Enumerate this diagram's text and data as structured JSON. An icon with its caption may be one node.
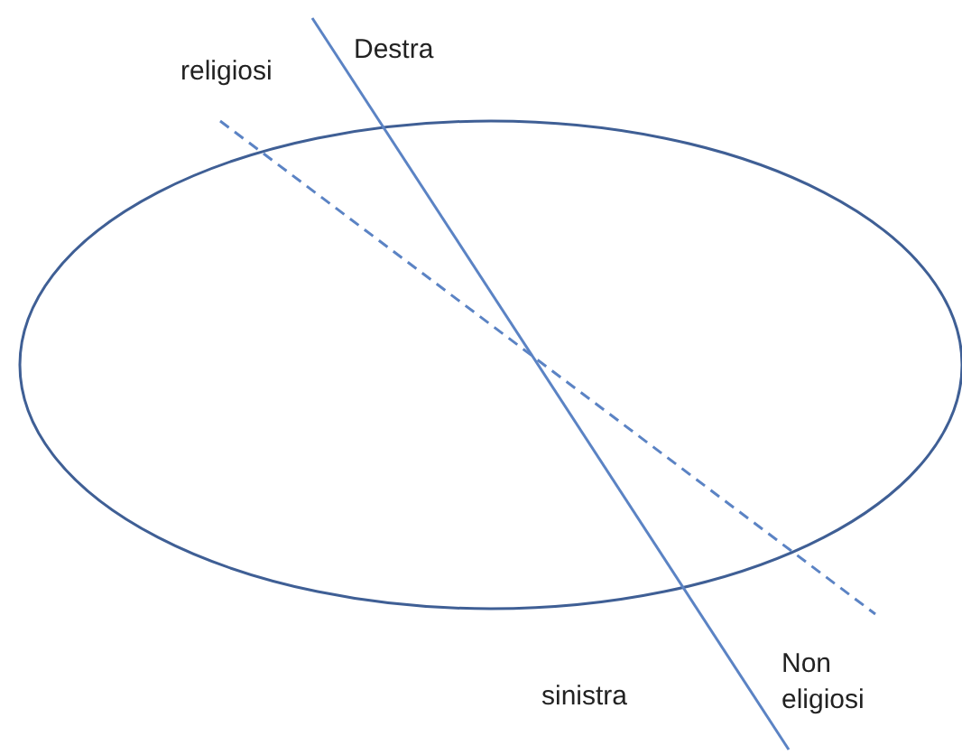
{
  "diagram": {
    "labels": [
      "Destra",
      "religiosi",
      "Non eligiosi",
      "sinistra"
    ]
  }
}
